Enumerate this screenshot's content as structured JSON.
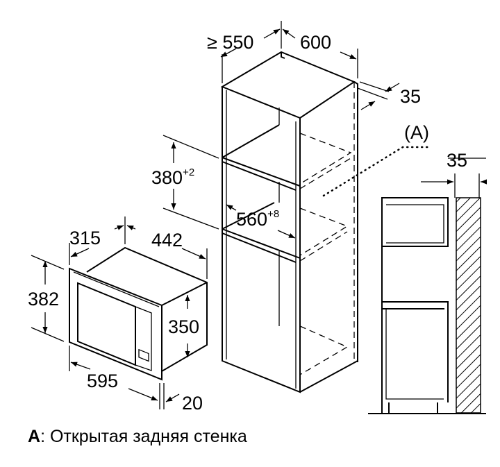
{
  "dimensions": {
    "cabinet_depth": "≥ 550",
    "cabinet_width": "600",
    "back_gap": "35",
    "niche_height": "380",
    "niche_height_tol": "+2",
    "niche_width": "560",
    "niche_width_tol": "+8",
    "mw_depth": "315",
    "mw_width_body": "442",
    "mw_height": "382",
    "mw_body_height": "350",
    "mw_width": "595",
    "mw_frame": "20",
    "side_gap": "35"
  },
  "marker": "(A)",
  "caption": {
    "key": "A",
    "text": ": Открытая задняя стенка"
  }
}
